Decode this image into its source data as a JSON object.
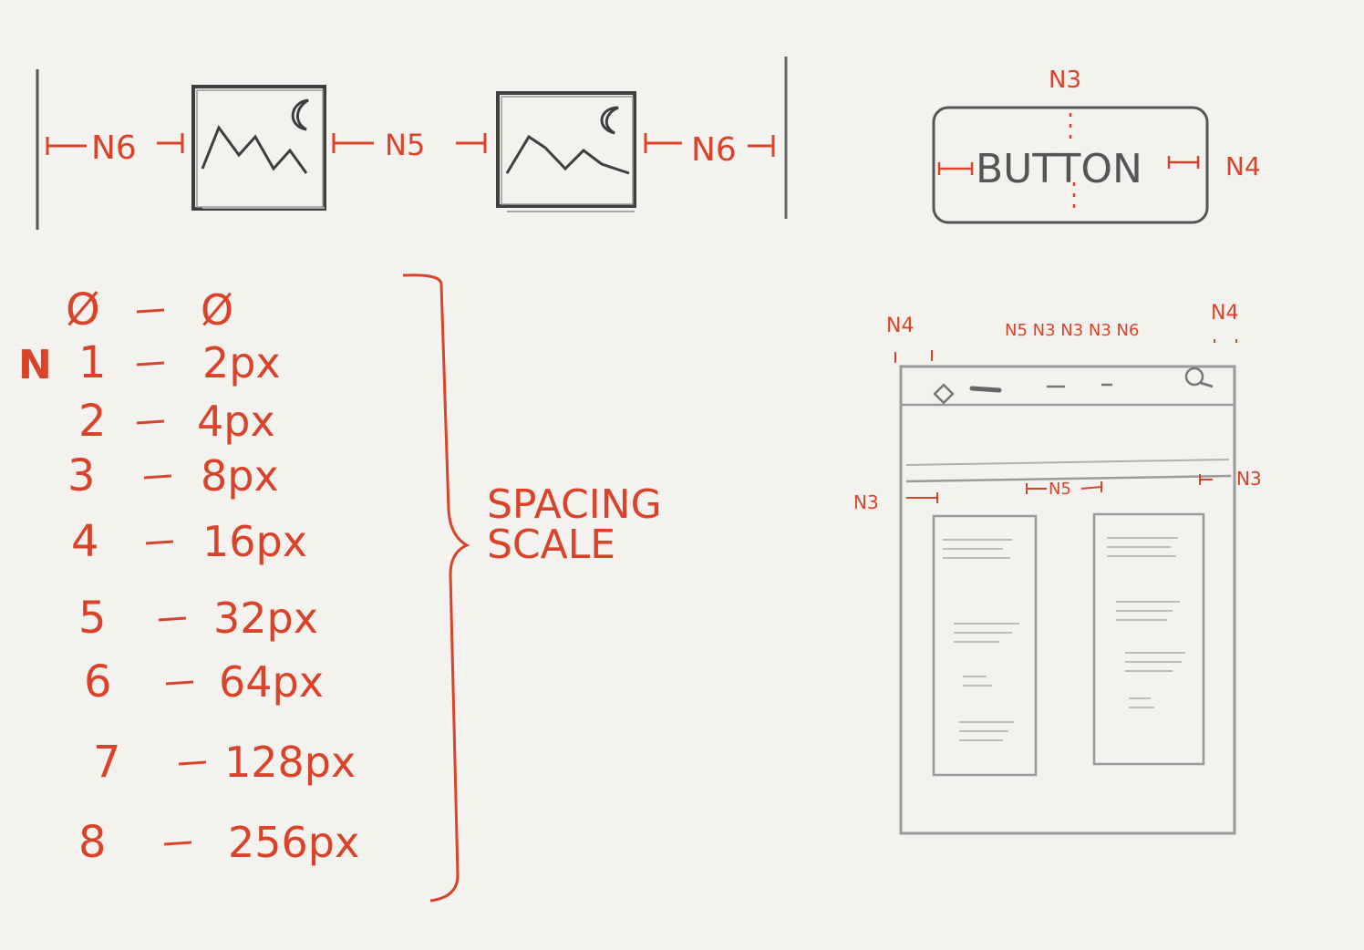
{
  "colors": {
    "background": "#f4f2ef",
    "annotation": "#d9432a",
    "pencil": "#4a4a4a",
    "pencil_light": "#9a9a9a"
  },
  "images_row": {
    "left_gap": "N6",
    "middle_gap": "N5",
    "right_gap": "N6",
    "icon": "image-placeholder-icon"
  },
  "button_spec": {
    "label": "BUTTON",
    "vertical_padding": "N3",
    "horizontal_padding": "N4"
  },
  "spacing_scale": {
    "title_line1": "SPACING",
    "title_line2": "SCALE",
    "prefix": "N",
    "rows": [
      {
        "step": "Ø",
        "value": "Ø"
      },
      {
        "step": "1",
        "value": "2px"
      },
      {
        "step": "2",
        "value": "4px"
      },
      {
        "step": "3",
        "value": "8px"
      },
      {
        "step": "4",
        "value": "16px"
      },
      {
        "step": "5",
        "value": "32px"
      },
      {
        "step": "6",
        "value": "64px"
      },
      {
        "step": "7",
        "value": "128px"
      },
      {
        "step": "8",
        "value": "256px"
      }
    ]
  },
  "layout_mock": {
    "top_left": "N4",
    "nav_spacing": "N5 N3 N3 N3 N6",
    "top_right": "N4",
    "content_left": "N3",
    "content_middle": "N5",
    "content_right": "N3",
    "icons": [
      "logo-icon",
      "search-icon"
    ]
  }
}
